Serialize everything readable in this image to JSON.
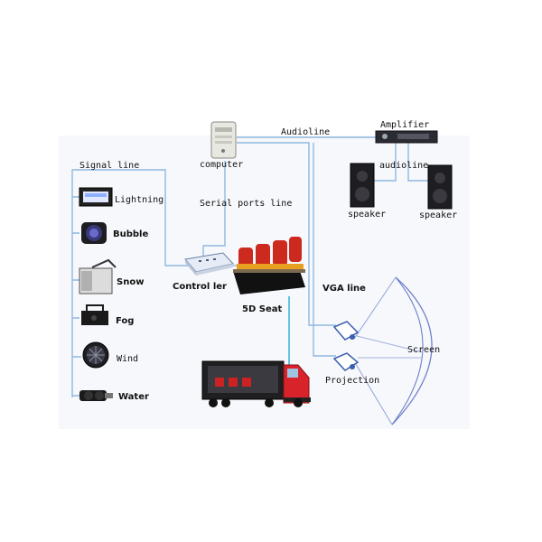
{
  "labels": {
    "audioline_top": "Audioline",
    "amplifier": "Amplifier",
    "audioline_right": "audioline",
    "computer": "computer",
    "signal_line": "Signal line",
    "serial_ports_line": "Serial ports line",
    "controller": "Control ler",
    "seat": "5D Seat",
    "vga_line": "VGA line",
    "screen": "Screen",
    "projection": "Projection",
    "speaker_left": "speaker",
    "speaker_right": "speaker"
  },
  "effects": [
    {
      "label": "Lightning",
      "icon": "lightning-machine-icon"
    },
    {
      "label": "Bubble",
      "icon": "bubble-machine-icon"
    },
    {
      "label": "Snow",
      "icon": "snow-machine-icon"
    },
    {
      "label": "Fog",
      "icon": "fog-machine-icon"
    },
    {
      "label": "Wind",
      "icon": "wind-fan-icon"
    },
    {
      "label": "Water",
      "icon": "water-pump-icon"
    }
  ],
  "colors": {
    "wire": "#8fb8e0",
    "seat_red": "#cc2a1e",
    "truck_red": "#d8232a",
    "screen_outline": "#6f82c9",
    "projector_outline": "#3b5fae"
  }
}
